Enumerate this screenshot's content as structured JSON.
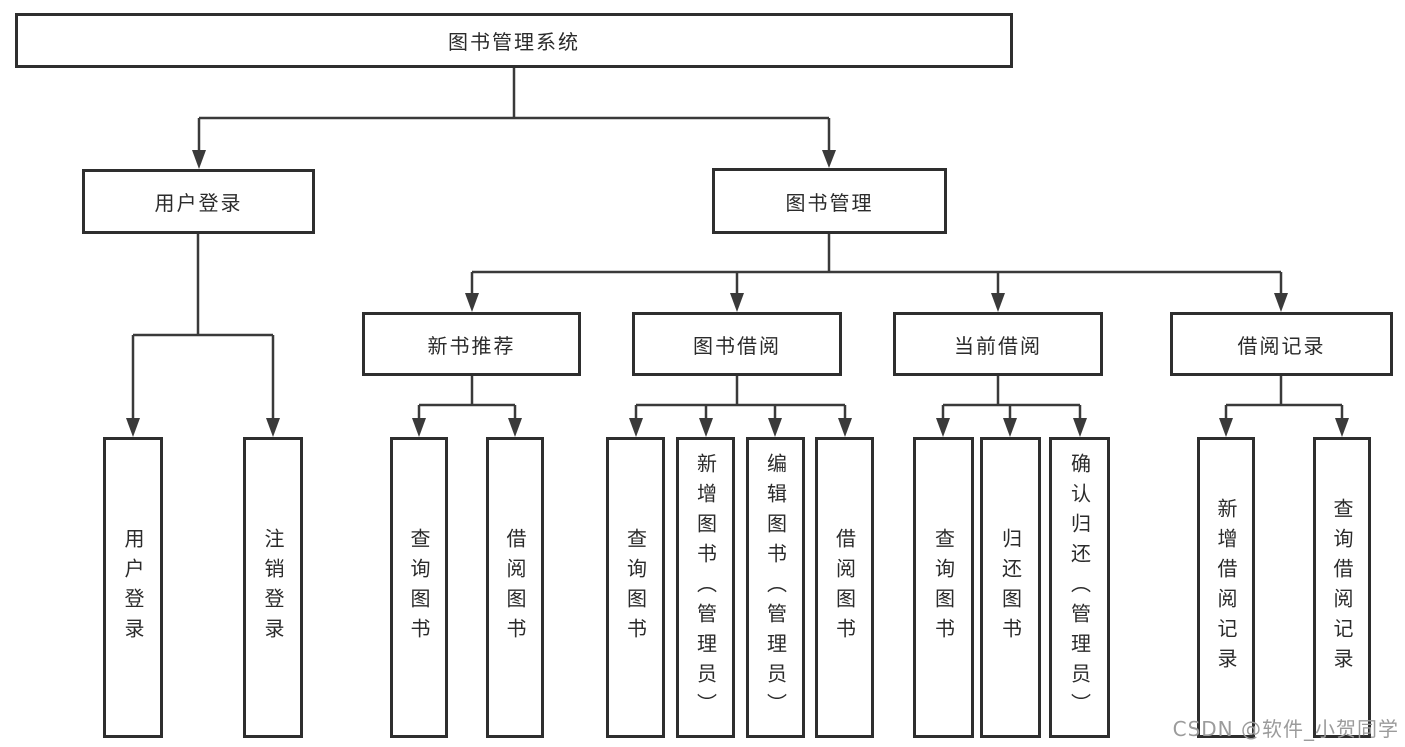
{
  "tree": {
    "label": "图书管理系统",
    "children": [
      {
        "label": "用户登录",
        "children": [
          {
            "label": "用户登录"
          },
          {
            "label": "注销登录"
          }
        ]
      },
      {
        "label": "图书管理",
        "children": [
          {
            "label": "新书推荐",
            "children": [
              {
                "label": "查询图书"
              },
              {
                "label": "借阅图书"
              }
            ]
          },
          {
            "label": "图书借阅",
            "children": [
              {
                "label": "查询图书"
              },
              {
                "label": "新增图书（管理员）"
              },
              {
                "label": "编辑图书（管理员）"
              },
              {
                "label": "借阅图书"
              }
            ]
          },
          {
            "label": "当前借阅",
            "children": [
              {
                "label": "查询图书"
              },
              {
                "label": "归还图书"
              },
              {
                "label": "确认归还（管理员）"
              }
            ]
          },
          {
            "label": "借阅记录",
            "children": [
              {
                "label": "新增借阅记录"
              },
              {
                "label": "查询借阅记录"
              }
            ]
          }
        ]
      }
    ]
  },
  "watermark": {
    "text": "CSDN @软件_小贺同学",
    "color": "#9b9b9b"
  },
  "style": {
    "line_color": "#3a3a3a",
    "box_border_color": "#2e2e2e"
  }
}
